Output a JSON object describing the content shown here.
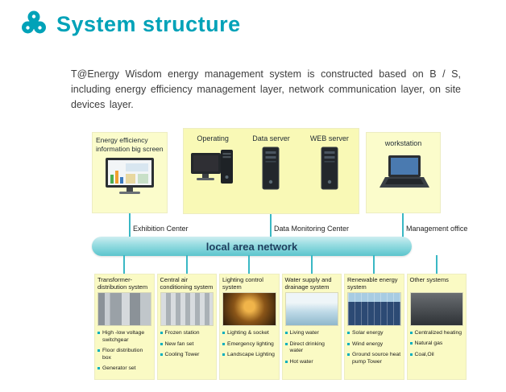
{
  "header": {
    "title": "System structure",
    "logo_icon": "trefoil-cluster-icon",
    "accent_color": "#00a2b8"
  },
  "intro": {
    "text": "T@Energy Wisdom energy management system is constructed  based on B / S, including energy efficiency management layer, network communication layer, on site devices layer."
  },
  "top_row": {
    "big_screen": {
      "label": "Energy efficiency information big screen",
      "icon": "dashboard-monitor-icon",
      "caption": "Exhibition Center"
    },
    "data_center": {
      "items": [
        {
          "label": "Operating",
          "icon": "desktop-computer-icon"
        },
        {
          "label": "Data server",
          "icon": "server-tower-icon"
        },
        {
          "label": "WEB server",
          "icon": "server-tower-icon"
        }
      ],
      "caption": "Data Monitoring Center"
    },
    "workstation": {
      "label": "workstation",
      "icon": "laptop-icon",
      "caption": "Management office"
    }
  },
  "network_bar": {
    "label": "local area network"
  },
  "systems": [
    {
      "title": "Transformer- distribution system",
      "photo": "transformer-room-photo",
      "bullets": [
        "High -low voltage switchgear",
        "Floor distribution box",
        "Generator set"
      ]
    },
    {
      "title": "Central air conditioning system",
      "photo": "air-conditioning-plant-photo",
      "bullets": [
        "Frozen station",
        "New fan set",
        "Cooling Tower"
      ]
    },
    {
      "title": "Lighting control system",
      "photo": "lighting-photo",
      "bullets": [
        "Lighting & socket",
        "Emergency lighting",
        "Landscape Lighting"
      ]
    },
    {
      "title": "Water supply and drainage system",
      "photo": "water-tap-photo",
      "bullets": [
        "Living water",
        "Direct drinking water",
        "Hot water"
      ]
    },
    {
      "title": "Renewable energy system",
      "photo": "solar-panels-photo",
      "bullets": [
        "Solar energy",
        "Wind energy",
        "Ground source heat pump Tower"
      ]
    },
    {
      "title": "Other systems",
      "photo": "other-systems-photo",
      "bullets": [
        "Centralized heating",
        "Natural gas",
        "Coal,Oil"
      ]
    }
  ],
  "colors": {
    "box_fill": "#fbfccb",
    "connector": "#3ab8c4",
    "bullet": "#00aebe"
  }
}
